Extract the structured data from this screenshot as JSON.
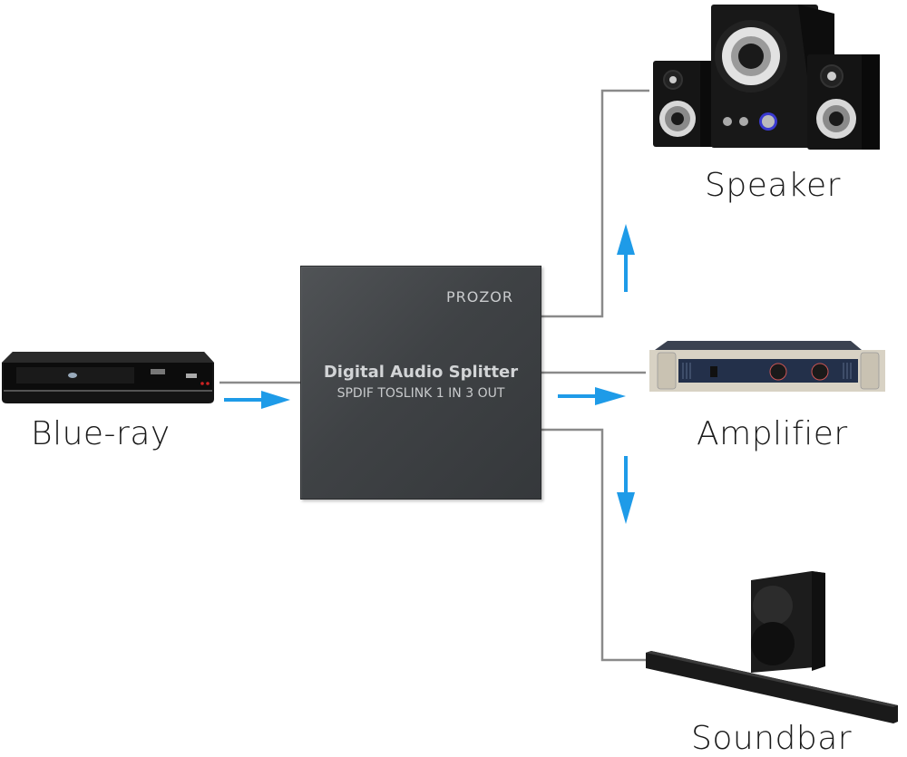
{
  "diagram": {
    "title": "Digital Audio Splitter connection diagram",
    "colors": {
      "background": "#ffffff",
      "connector_line": "#8a8a8a",
      "arrow": "#1e9be8",
      "device_dark": "#1b1b1b",
      "splitter_body": "#424548",
      "label_text": "#1a1a1a"
    },
    "source": {
      "name": "Blue-ray",
      "icon": "bluray-player-icon"
    },
    "splitter": {
      "brand": "PROZOR",
      "title": "Digital Audio Splitter",
      "subtitle": "SPDIF TOSLINK 1 IN 3 OUT"
    },
    "outputs": [
      {
        "name": "Speaker",
        "icon": "speaker-system-icon",
        "arrow_direction": "up"
      },
      {
        "name": "Amplifier",
        "icon": "amplifier-icon",
        "arrow_direction": "right"
      },
      {
        "name": "Soundbar",
        "icon": "soundbar-icon",
        "arrow_direction": "down"
      }
    ],
    "input_arrow_direction": "right"
  }
}
